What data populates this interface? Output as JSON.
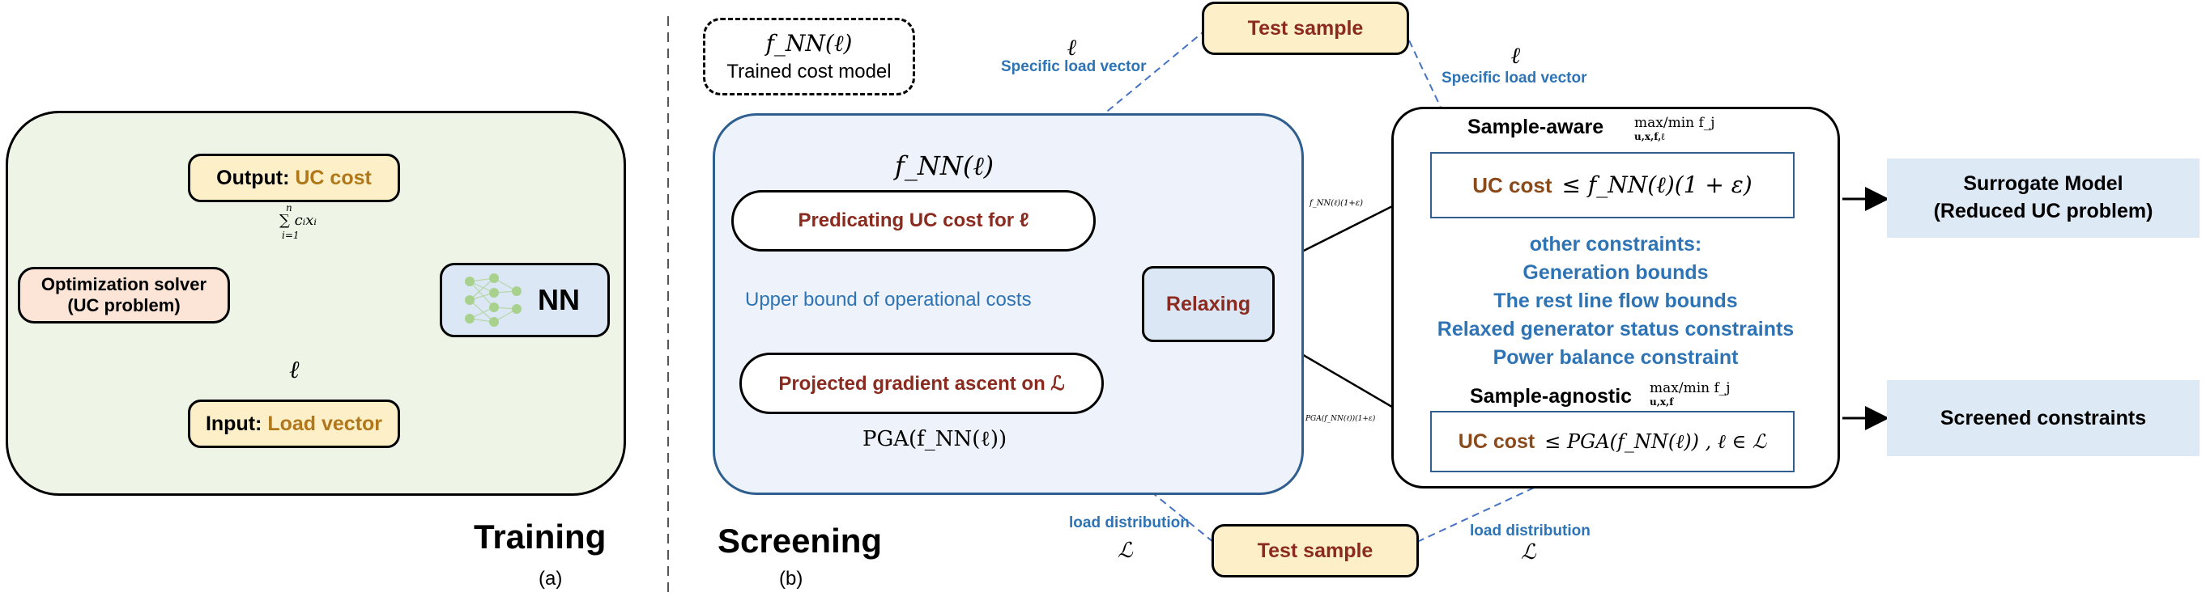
{
  "training": {
    "output_label": "Output:",
    "output_value": "UC cost",
    "solver_line1": "Optimization solver",
    "solver_line2": "(UC problem)",
    "input_label": "Input:",
    "input_value": "Load vector",
    "nn_label": "NN",
    "sum_formula": "∑ cᵢxᵢ",
    "sum_top": "n",
    "sum_bottom": "i=1",
    "ell": "ℓ",
    "title": "Training",
    "caption": "(a)"
  },
  "screening": {
    "legend_formula": "f_NN(ℓ)",
    "legend_text": "Trained cost model",
    "fnn_label": "f_NN(ℓ)",
    "predicting": "Predicating UC cost  for ℓ",
    "upper_bound": "Upper bound of operational costs",
    "projected": "Projected gradient ascent on ℒ",
    "pga_label": "PGA(f_NN(ℓ))",
    "relaxing": "Relaxing",
    "title": "Screening",
    "caption": "(b)",
    "test_sample_top": "Test sample",
    "test_sample_bottom": "Test sample",
    "specific_load_left": "Specific load vector",
    "specific_load_right": "Specific load vector",
    "ell_left": "ℓ",
    "ell_right": "ℓ",
    "load_dist_left": "load distribution",
    "load_dist_right": "load distribution",
    "cal_L_left": "ℒ",
    "cal_L_right": "ℒ",
    "arrow_top_label": "f_NN(ℓ)(1+ε)",
    "arrow_bottom_label": "PGA(f_NN(ℓ))(1+ε)",
    "sample_aware": "Sample-aware",
    "sample_aware_formula": "max/min  f_j",
    "sample_aware_vars": "u,x,f,ℓ",
    "uc_cost": "UC cost",
    "aware_constraint": "≤ f_NN(ℓ)(1 + ε)",
    "other_constraints": "other constraints:",
    "gen_bounds": "Generation bounds",
    "line_flow": "The rest line flow bounds",
    "relaxed_status": "Relaxed generator status constraints",
    "power_balance": "Power balance constraint",
    "sample_agnostic": "Sample-agnostic",
    "sample_agnostic_formula": "max/min  f_j",
    "sample_agnostic_vars": "u,x,f",
    "uc_cost2": "UC cost",
    "agnostic_constraint": "≤  PGA(f_NN(ℓ)) , ℓ ∈ ℒ",
    "surrogate_line1": "Surrogate Model",
    "surrogate_line2": "(Reduced UC problem)",
    "screened": "Screened constraints"
  },
  "colors": {
    "training_bg": "#eef5e6",
    "screening_bg": "#edf2fb",
    "sample_fill": "#fdefc8",
    "solver_fill": "#fce4d6",
    "nn_fill": "#dbe7f5",
    "result_fill": "#dde9f5",
    "accent_blue": "#2e74b5",
    "accent_red": "#8b2b1f"
  }
}
